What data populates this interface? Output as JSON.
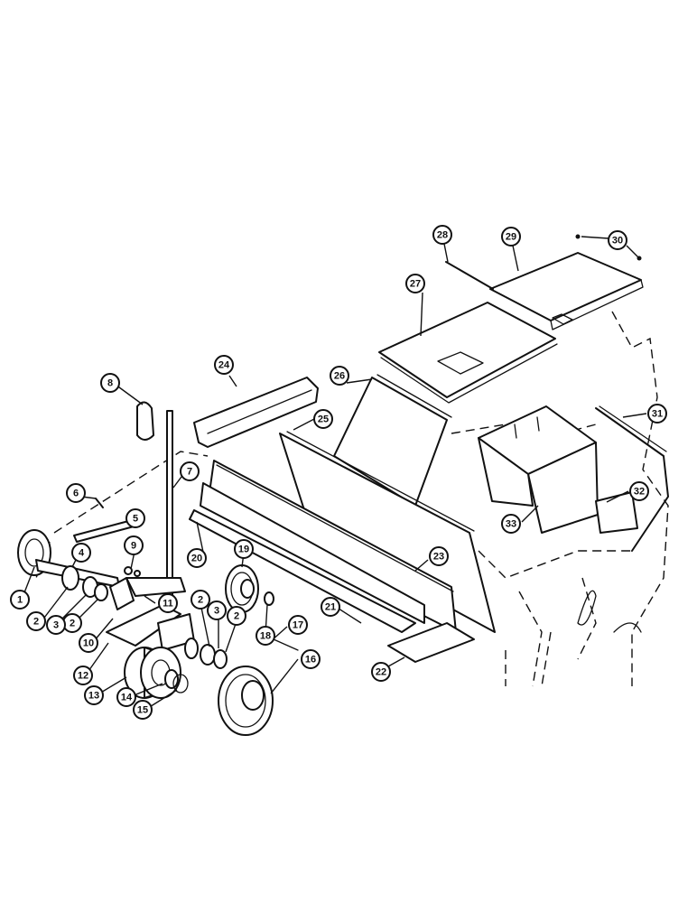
{
  "callouts": [
    {
      "id": "c1",
      "label": "1"
    },
    {
      "id": "c2a",
      "label": "2"
    },
    {
      "id": "c2b",
      "label": "2"
    },
    {
      "id": "c2c",
      "label": "2"
    },
    {
      "id": "c2d",
      "label": "2"
    },
    {
      "id": "c3a",
      "label": "3"
    },
    {
      "id": "c3b",
      "label": "3"
    },
    {
      "id": "c4",
      "label": "4"
    },
    {
      "id": "c5",
      "label": "5"
    },
    {
      "id": "c6",
      "label": "6"
    },
    {
      "id": "c7",
      "label": "7"
    },
    {
      "id": "c8",
      "label": "8"
    },
    {
      "id": "c9",
      "label": "9"
    },
    {
      "id": "c10",
      "label": "10"
    },
    {
      "id": "c11",
      "label": "11"
    },
    {
      "id": "c12",
      "label": "12"
    },
    {
      "id": "c13",
      "label": "13"
    },
    {
      "id": "c14",
      "label": "14"
    },
    {
      "id": "c15",
      "label": "15"
    },
    {
      "id": "c16",
      "label": "16"
    },
    {
      "id": "c17",
      "label": "17"
    },
    {
      "id": "c18",
      "label": "18"
    },
    {
      "id": "c19",
      "label": "19"
    },
    {
      "id": "c20",
      "label": "20"
    },
    {
      "id": "c21",
      "label": "21"
    },
    {
      "id": "c22",
      "label": "22"
    },
    {
      "id": "c23",
      "label": "23"
    },
    {
      "id": "c24",
      "label": "24"
    },
    {
      "id": "c25",
      "label": "25"
    },
    {
      "id": "c26",
      "label": "26"
    },
    {
      "id": "c27",
      "label": "27"
    },
    {
      "id": "c28",
      "label": "28"
    },
    {
      "id": "c29",
      "label": "29"
    },
    {
      "id": "c30",
      "label": "30"
    },
    {
      "id": "c31",
      "label": "31"
    },
    {
      "id": "c32",
      "label": "32"
    },
    {
      "id": "c33",
      "label": "33"
    }
  ]
}
